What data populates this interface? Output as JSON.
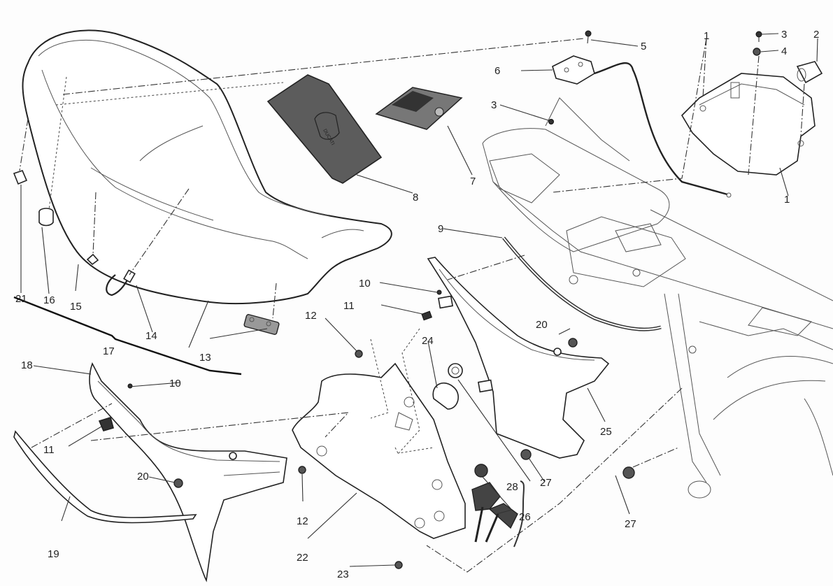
{
  "diagram": {
    "title": "Seat and side panels exploded parts diagram",
    "manual_logo_text": "DUCATI",
    "callouts": [
      {
        "id": "c1a",
        "label": "1"
      },
      {
        "id": "c1b",
        "label": "1"
      },
      {
        "id": "c2",
        "label": "2"
      },
      {
        "id": "c3a",
        "label": "3"
      },
      {
        "id": "c3b",
        "label": "3"
      },
      {
        "id": "c4",
        "label": "4"
      },
      {
        "id": "c5",
        "label": "5"
      },
      {
        "id": "c6",
        "label": "6"
      },
      {
        "id": "c7",
        "label": "7"
      },
      {
        "id": "c8",
        "label": "8"
      },
      {
        "id": "c9",
        "label": "9"
      },
      {
        "id": "c10a",
        "label": "10"
      },
      {
        "id": "c10b",
        "label": "10"
      },
      {
        "id": "c11a",
        "label": "11"
      },
      {
        "id": "c11b",
        "label": "11"
      },
      {
        "id": "c12a",
        "label": "12"
      },
      {
        "id": "c12b",
        "label": "12"
      },
      {
        "id": "c13",
        "label": "13"
      },
      {
        "id": "c14",
        "label": "14"
      },
      {
        "id": "c15",
        "label": "15"
      },
      {
        "id": "c16",
        "label": "16"
      },
      {
        "id": "c17",
        "label": "17"
      },
      {
        "id": "c18",
        "label": "18"
      },
      {
        "id": "c19",
        "label": "19"
      },
      {
        "id": "c20a",
        "label": "20"
      },
      {
        "id": "c20b",
        "label": "20"
      },
      {
        "id": "c21",
        "label": "21"
      },
      {
        "id": "c22",
        "label": "22"
      },
      {
        "id": "c23",
        "label": "23"
      },
      {
        "id": "c24",
        "label": "24"
      },
      {
        "id": "c25",
        "label": "25"
      },
      {
        "id": "c26",
        "label": "26"
      },
      {
        "id": "c27a",
        "label": "27"
      },
      {
        "id": "c27b",
        "label": "27"
      },
      {
        "id": "c28",
        "label": "28"
      }
    ],
    "parts": [
      {
        "name": "seat"
      },
      {
        "name": "seat-bag"
      },
      {
        "name": "manual-booklet"
      },
      {
        "name": "seat-lock-latch"
      },
      {
        "name": "release-cable"
      },
      {
        "name": "rear-frame"
      },
      {
        "name": "electronics-tray"
      },
      {
        "name": "right-side-panel"
      },
      {
        "name": "left-side-panel"
      },
      {
        "name": "inner-panel"
      },
      {
        "name": "trim-strip"
      },
      {
        "name": "keys"
      }
    ]
  }
}
